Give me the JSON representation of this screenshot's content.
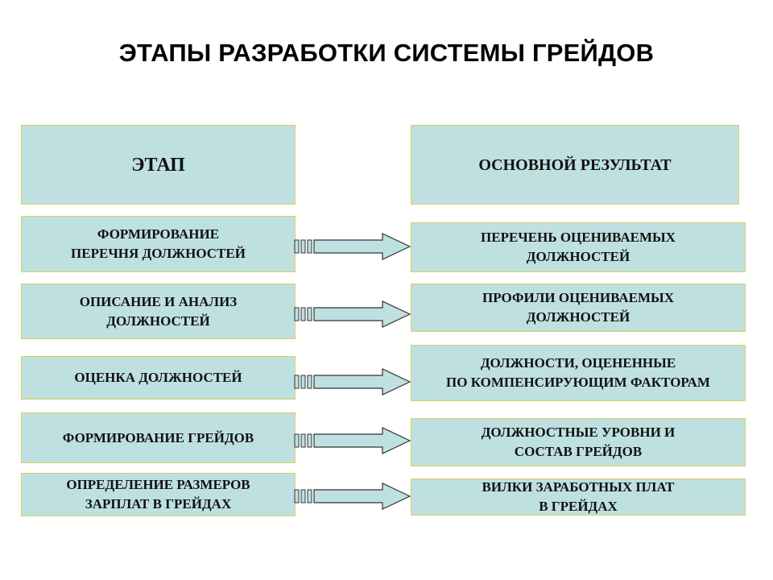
{
  "title": "ЭТАПЫ РАЗРАБОТКИ СИСТЕМЫ ГРЕЙДОВ",
  "headers": {
    "stage": "ЭТАП",
    "result": "ОСНОВНОЙ РЕЗУЛЬТАТ"
  },
  "rows": [
    {
      "stage": "ФОРМИРОВАНИЕ\nПЕРЕЧНЯ ДОЛЖНОСТЕЙ",
      "result": "ПЕРЕЧЕНЬ ОЦЕНИВАЕМЫХ\nДОЛЖНОСТЕЙ"
    },
    {
      "stage": "ОПИСАНИЕ И АНАЛИЗ\nДОЛЖНОСТЕЙ",
      "result": "ПРОФИЛИ ОЦЕНИВАЕМЫХ\nДОЛЖНОСТЕЙ"
    },
    {
      "stage": "ОЦЕНКА ДОЛЖНОСТЕЙ",
      "result": "ДОЛЖНОСТИ, ОЦЕНЕННЫЕ\nПО КОМПЕНСИРУЮЩИМ ФАКТОРАМ"
    },
    {
      "stage": "ФОРМИРОВАНИЕ ГРЕЙДОВ",
      "result": "ДОЛЖНОСТНЫЕ УРОВНИ И\nСОСТАВ ГРЕЙДОВ"
    },
    {
      "stage": "ОПРЕДЕЛЕНИЕ РАЗМЕРОВ\nЗАРПЛАТ В ГРЕЙДАХ",
      "result": "ВИЛКИ ЗАРАБОТНЫХ ПЛАТ\nВ ГРЕЙДАХ"
    }
  ],
  "colors": {
    "box_fill": "#bfe0e0",
    "box_border": "#d8d060",
    "arrow_fill": "#bfe0e0",
    "arrow_stroke": "#333333"
  }
}
